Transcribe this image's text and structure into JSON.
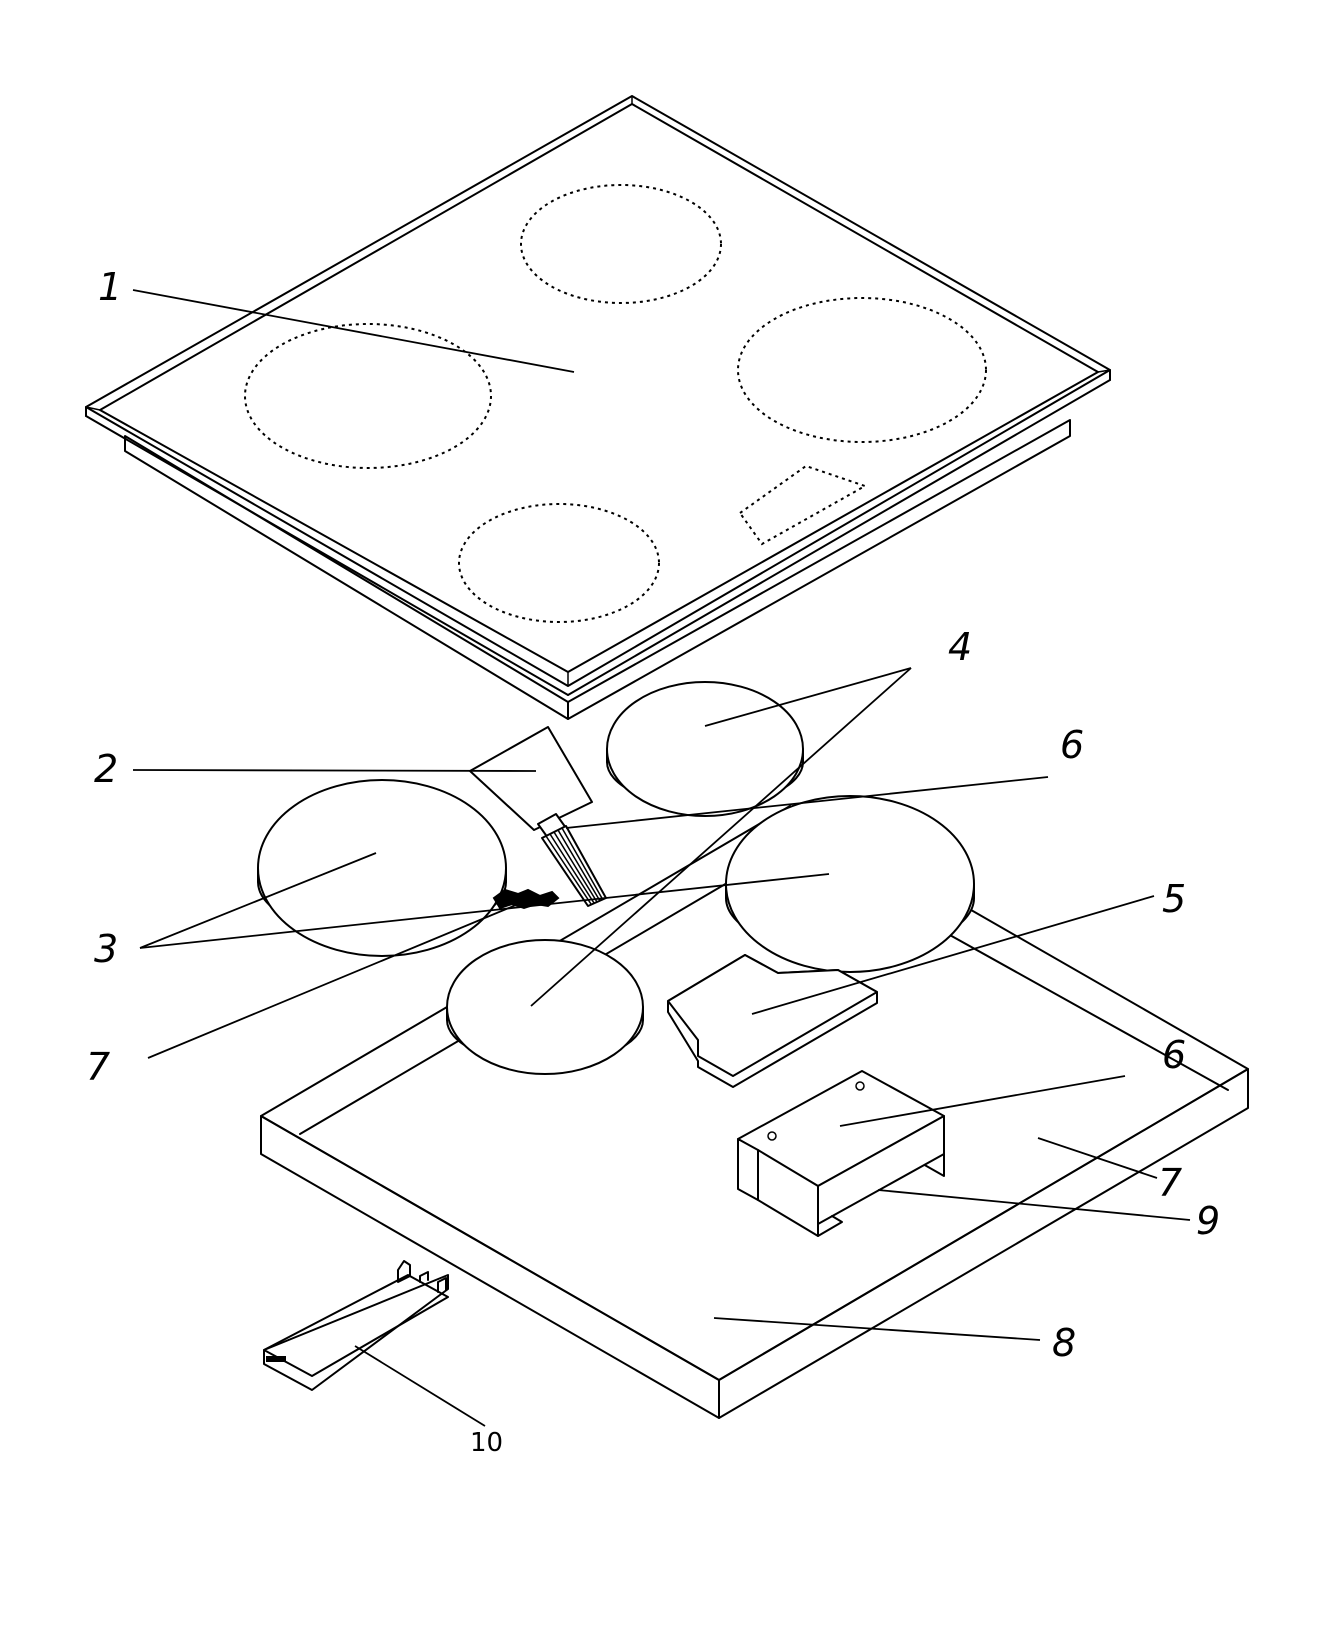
{
  "labels": {
    "cooktop": "1",
    "control_panel": "2",
    "large_heaters": "3",
    "small_heaters": "4",
    "control_board": "5",
    "connector_6a": "6",
    "connector_6b": "6",
    "wire_7a": "7",
    "wire_7b": "7",
    "housing": "8",
    "bracket": "9",
    "terminal_strip": "10"
  }
}
